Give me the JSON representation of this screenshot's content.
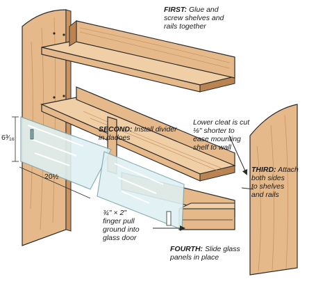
{
  "labels": {
    "first": {
      "step": "FIRST:",
      "text": "Glue and\nscrew shelves and\nrails together"
    },
    "second": {
      "step": "SECOND:",
      "text": "Install divider\nin dadoes"
    },
    "third": {
      "step": "THIRD:",
      "text": "Attach\nboth sides\nto shelves\nand rails"
    },
    "fourth": {
      "step": "FOURTH:",
      "text": "Slide glass\npanels in place"
    },
    "lower_cleat_note": "Lower cleat is cut\n⅛\" shorter to\nease mounting\nshelf to wall",
    "finger_pull_note": "¾\" × 2\"\nfinger pull\nground into\nglass door"
  },
  "dimensions": {
    "height": "6³⁄₁₆",
    "width": "20½"
  },
  "colors": {
    "wood": "#e6b98a",
    "wood_light": "#f0cfa6",
    "wood_dark": "#b98452",
    "grain": "#c99463",
    "glass": "#dff0f2",
    "glass_edge": "#7fa8ad",
    "outline": "#2b2b2b"
  }
}
